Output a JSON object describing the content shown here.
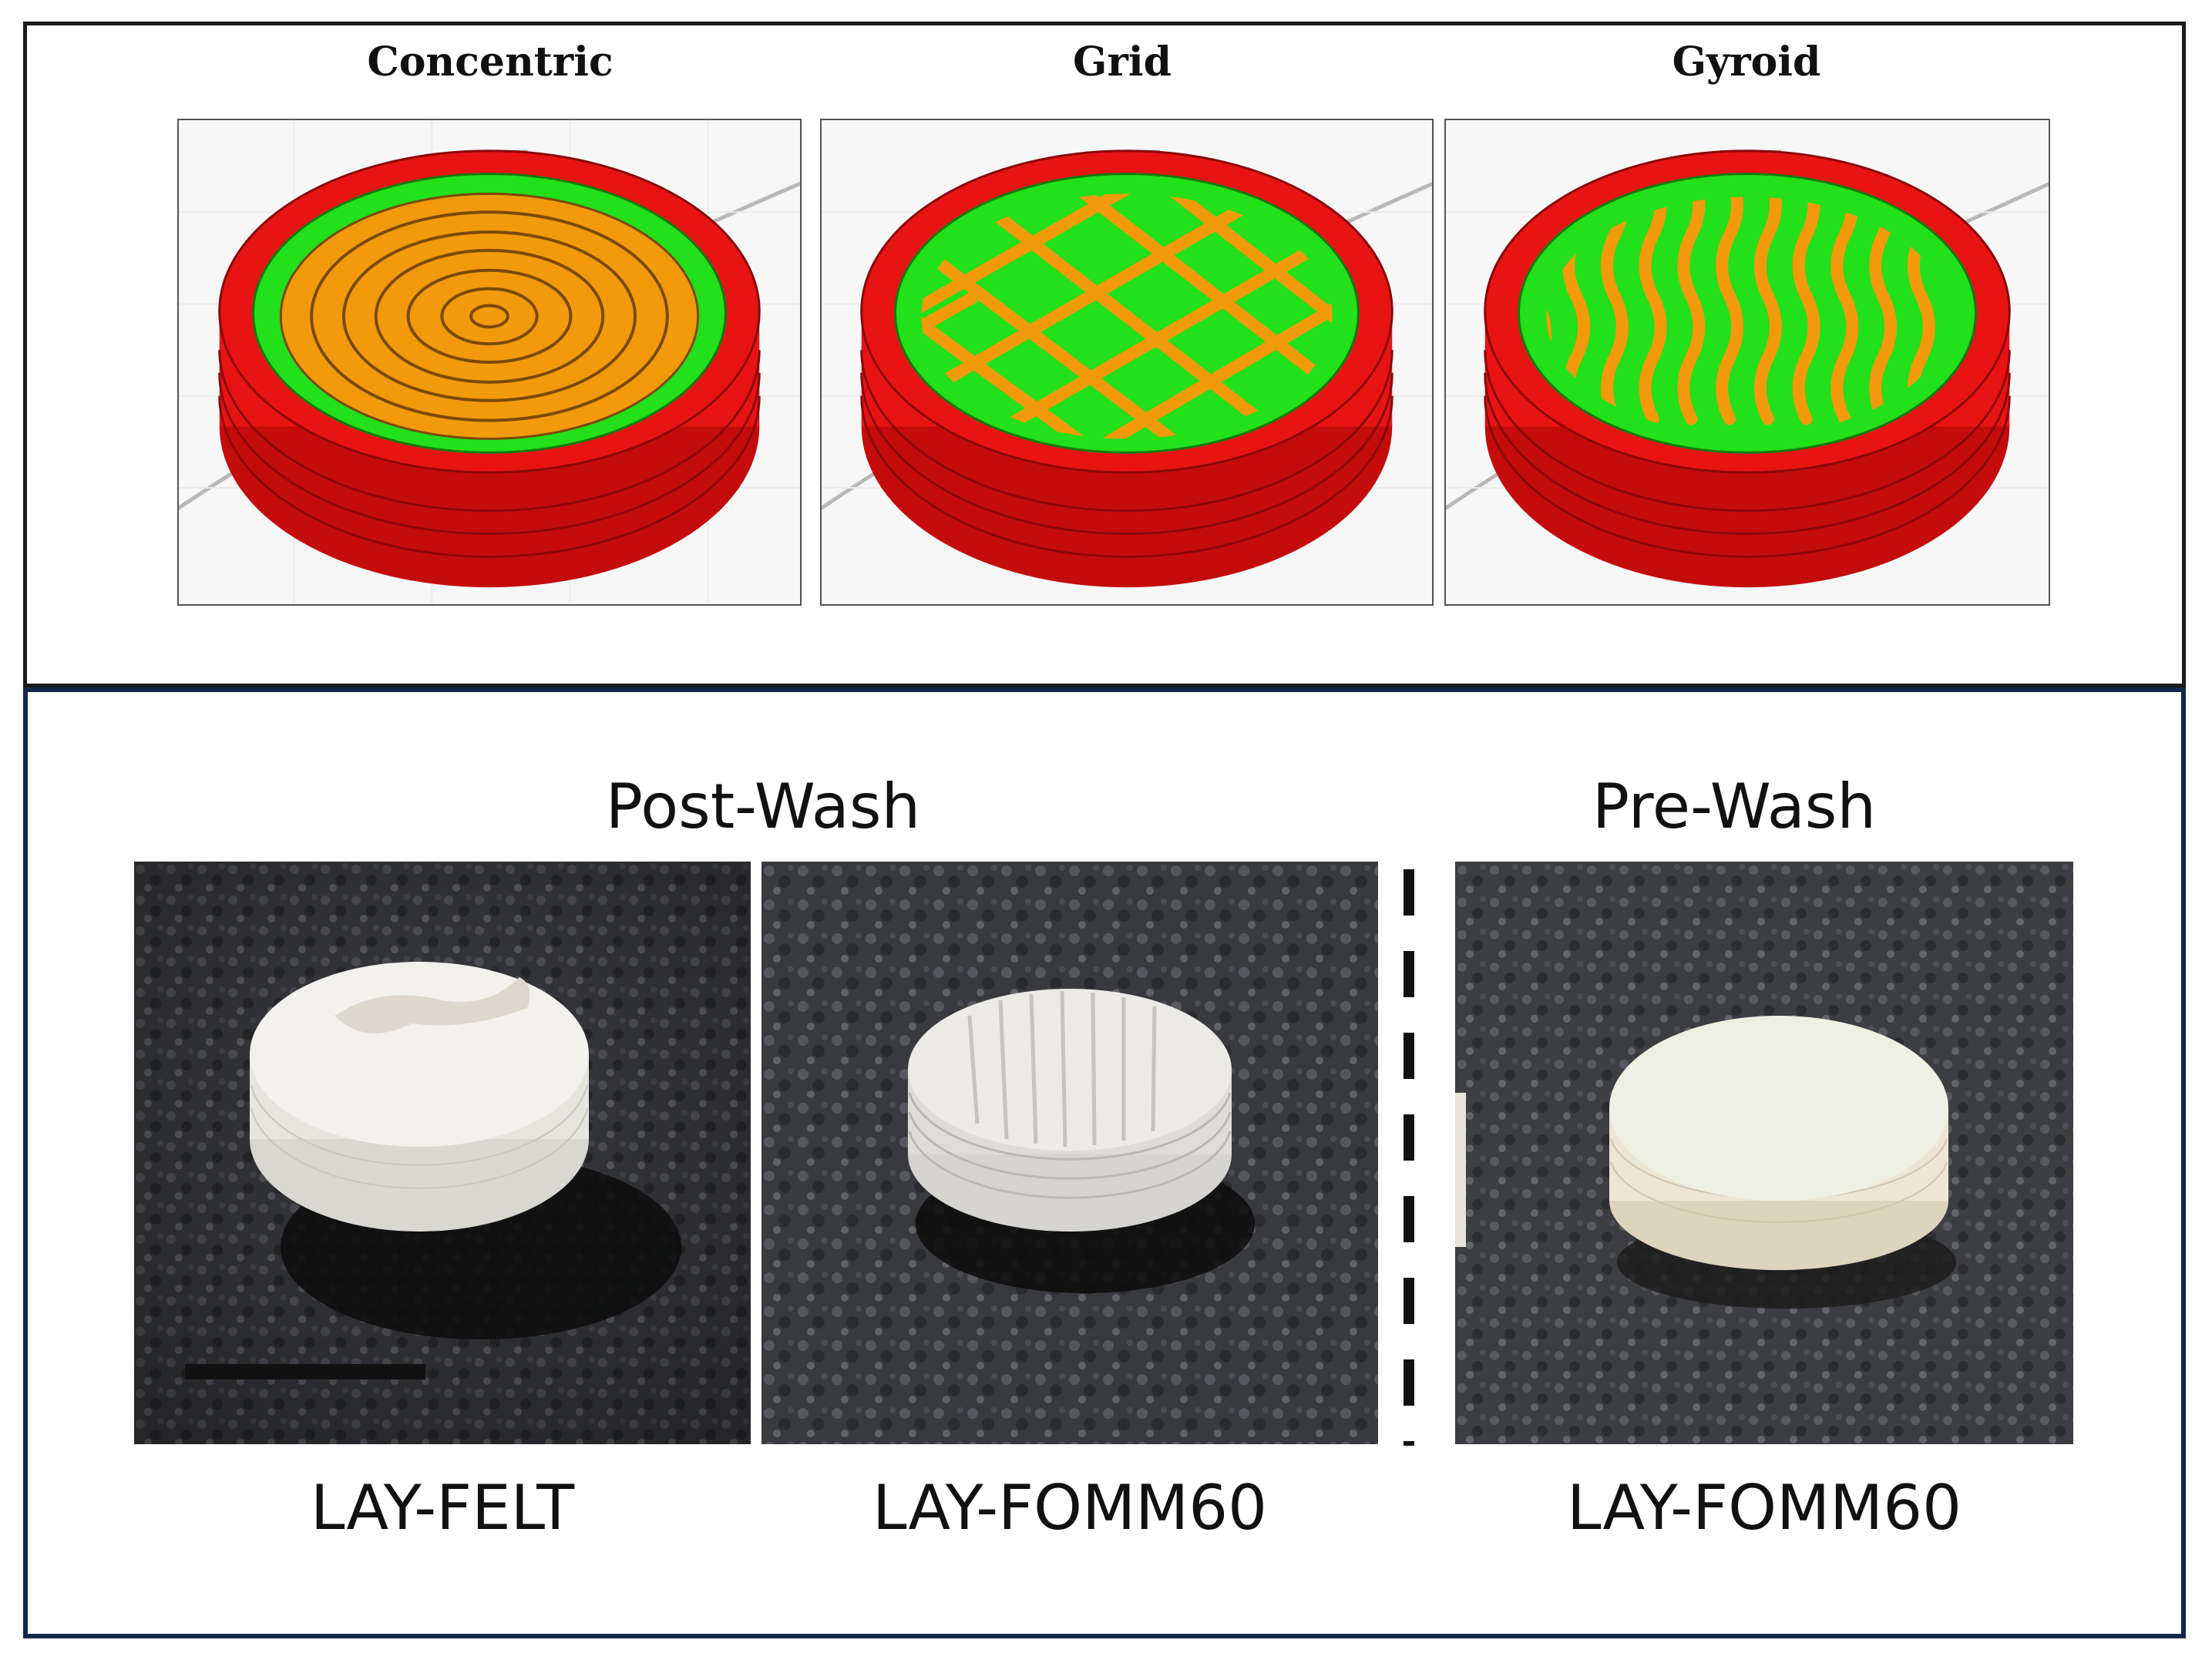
{
  "infill_patterns": [
    {
      "title": "Concentric"
    },
    {
      "title": "Grid"
    },
    {
      "title": "Gyroid"
    }
  ],
  "photo_groups": {
    "post_wash": "Post-Wash",
    "pre_wash": "Pre-Wash"
  },
  "samples": [
    {
      "caption": "LAY-FELT"
    },
    {
      "caption": "LAY-FOMM60"
    },
    {
      "caption": "LAY-FOMM60"
    }
  ],
  "colors": {
    "wall_outer": "#e81414",
    "wall_inner": "#22e01a",
    "infill": "#f29a0c",
    "top_border": "#1a1a1a",
    "bottom_border": "#12284a"
  }
}
